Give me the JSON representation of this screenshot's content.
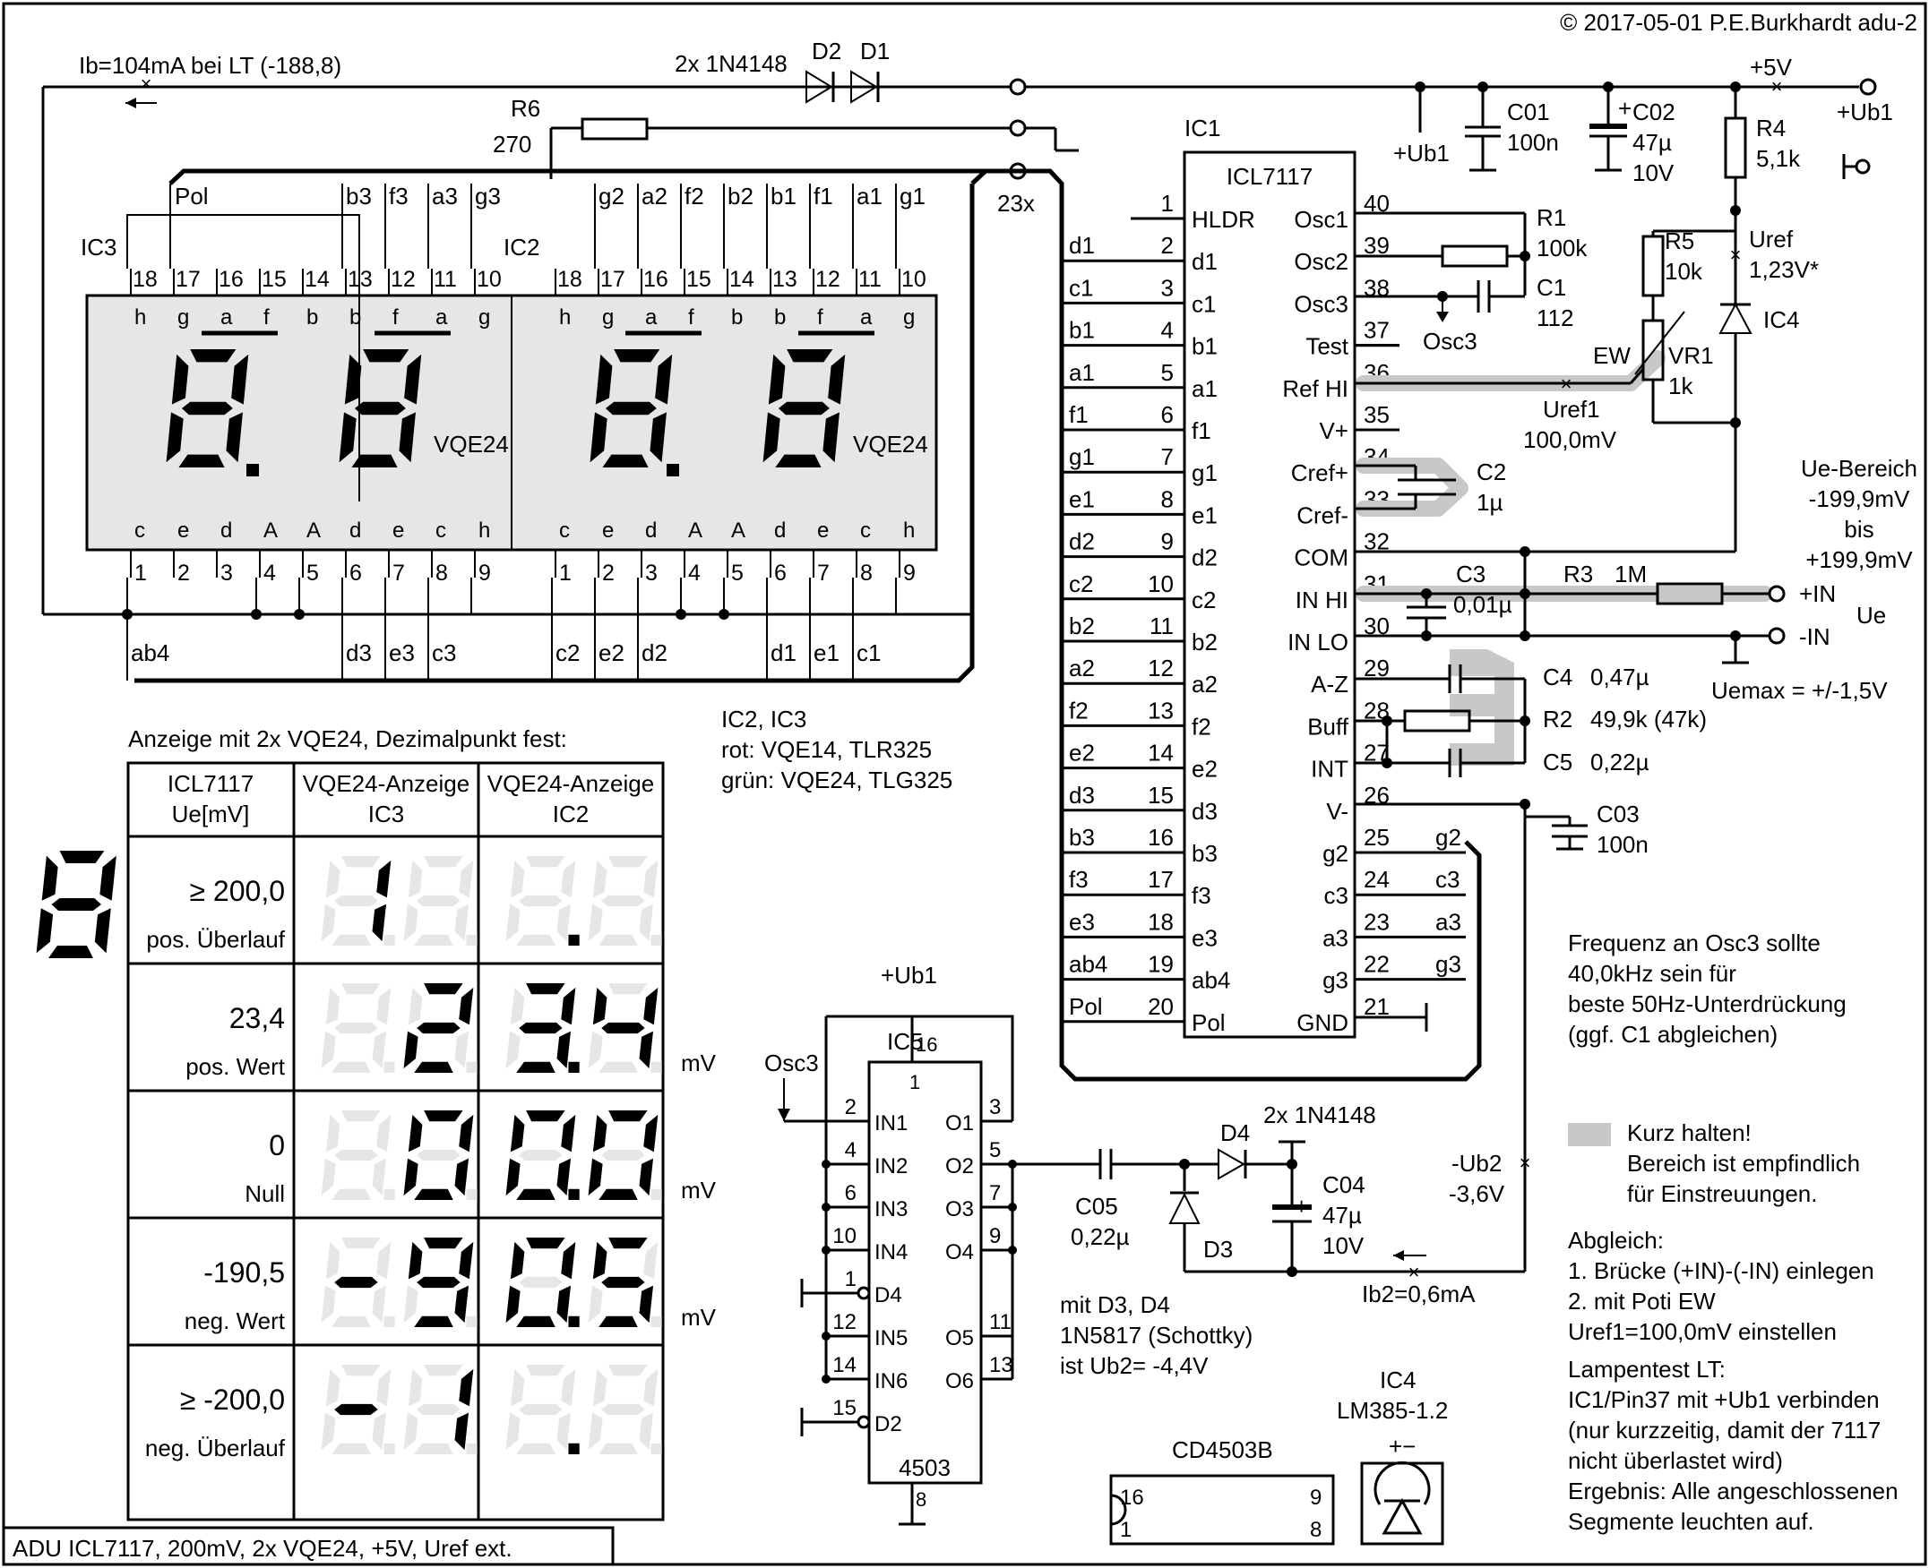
{
  "header": {
    "copyright": "© 2017-05-01 P.E.Burkhardt  adu-2",
    "footer": "ADU ICL7117, 200mV, 2x VQE24, +5V, Uref ext."
  },
  "power": {
    "ib_note": "Ib=104mA bei LT (-188,8)",
    "diodes_label": "2x 1N4148",
    "d2": "D2",
    "d1": "D1",
    "r6_name": "R6",
    "r6_value": "270",
    "bus_count": "23x",
    "plus5v": "+5V",
    "ub1_term": "+Ub1",
    "ub1_cap": "+Ub1",
    "c01": "C01",
    "c01_val": "100n",
    "c02": "C02",
    "c02_val1": "47µ",
    "c02_val2": "10V",
    "c02_pol": "+",
    "r4": "R4",
    "r4_val": "5,1k"
  },
  "ic1": {
    "name": "IC1",
    "type": "ICL7117",
    "left_pins": [
      {
        "num": "1",
        "label": "HLDR",
        "net": ""
      },
      {
        "num": "2",
        "label": "d1",
        "net": "d1"
      },
      {
        "num": "3",
        "label": "c1",
        "net": "c1"
      },
      {
        "num": "4",
        "label": "b1",
        "net": "b1"
      },
      {
        "num": "5",
        "label": "a1",
        "net": "a1"
      },
      {
        "num": "6",
        "label": "f1",
        "net": "f1"
      },
      {
        "num": "7",
        "label": "g1",
        "net": "g1"
      },
      {
        "num": "8",
        "label": "e1",
        "net": "e1"
      },
      {
        "num": "9",
        "label": "d2",
        "net": "d2"
      },
      {
        "num": "10",
        "label": "c2",
        "net": "c2"
      },
      {
        "num": "11",
        "label": "b2",
        "net": "b2"
      },
      {
        "num": "12",
        "label": "a2",
        "net": "a2"
      },
      {
        "num": "13",
        "label": "f2",
        "net": "f2"
      },
      {
        "num": "14",
        "label": "e2",
        "net": "e2"
      },
      {
        "num": "15",
        "label": "d3",
        "net": "d3"
      },
      {
        "num": "16",
        "label": "b3",
        "net": "b3"
      },
      {
        "num": "17",
        "label": "f3",
        "net": "f3"
      },
      {
        "num": "18",
        "label": "e3",
        "net": "e3"
      },
      {
        "num": "19",
        "label": "ab4",
        "net": "ab4"
      },
      {
        "num": "20",
        "label": "Pol",
        "net": "Pol"
      }
    ],
    "right_pins": [
      {
        "num": "40",
        "label": "Osc1",
        "net": ""
      },
      {
        "num": "39",
        "label": "Osc2",
        "net": ""
      },
      {
        "num": "38",
        "label": "Osc3",
        "net": ""
      },
      {
        "num": "37",
        "label": "Test",
        "net": ""
      },
      {
        "num": "36",
        "label": "Ref HI",
        "net": ""
      },
      {
        "num": "35",
        "label": "V+",
        "net": "+Ub1"
      },
      {
        "num": "34",
        "label": "Cref+",
        "net": ""
      },
      {
        "num": "33",
        "label": "Cref-",
        "net": ""
      },
      {
        "num": "32",
        "label": "COM",
        "net": ""
      },
      {
        "num": "31",
        "label": "IN HI",
        "net": ""
      },
      {
        "num": "30",
        "label": "IN LO",
        "net": ""
      },
      {
        "num": "29",
        "label": "A-Z",
        "net": ""
      },
      {
        "num": "28",
        "label": "Buff",
        "net": ""
      },
      {
        "num": "27",
        "label": "INT",
        "net": ""
      },
      {
        "num": "26",
        "label": "V-",
        "net": ""
      },
      {
        "num": "25",
        "label": "g2",
        "net": "g2"
      },
      {
        "num": "24",
        "label": "c3",
        "net": "c3"
      },
      {
        "num": "23",
        "label": "a3",
        "net": "a3"
      },
      {
        "num": "22",
        "label": "g3",
        "net": "g3"
      },
      {
        "num": "21",
        "label": "GND",
        "net": ""
      }
    ]
  },
  "components": {
    "r1": "R1",
    "r1_val": "100k",
    "c1": "C1",
    "c1_val": "112",
    "osc3": "Osc3",
    "r5": "R5",
    "r5_val": "10k",
    "uref": "Uref",
    "uref_val": "1,23V*",
    "ic4": "IC4",
    "ew": "EW",
    "vr1": "VR1",
    "vr1_val": "1k",
    "uref1": "Uref1",
    "uref1_val": "100,0mV",
    "c2": "C2",
    "c2_val": "1µ",
    "c3": "C3",
    "c3_val": "0,01µ",
    "r3": "R3",
    "r3_val": "1M",
    "in_plus": "+IN",
    "in_minus": "-IN",
    "ue": "Ue",
    "ue_range1": "Ue-Bereich",
    "ue_range2": "-199,9mV",
    "ue_range3": "bis",
    "ue_range4": "+199,9mV",
    "uemax": "Uemax = +/-1,5V",
    "c4": "C4",
    "c4_val": "0,47µ",
    "r2": "R2",
    "r2_val": "49,9k (47k)",
    "c5": "C5",
    "c5_val": "0,22µ",
    "c03": "C03",
    "c03_val": "100n"
  },
  "displays": {
    "ic3": "IC3",
    "ic2": "IC2",
    "part": "VQE24",
    "pol": "Pol",
    "top_pins": [
      "18",
      "17",
      "16",
      "15",
      "14",
      "13",
      "12",
      "11",
      "10"
    ],
    "bottom_pins": [
      "1",
      "2",
      "3",
      "4",
      "5",
      "6",
      "7",
      "8",
      "9"
    ],
    "inner_top": [
      "h",
      "g",
      "a",
      "f",
      "b",
      "b",
      "f",
      "a",
      "g"
    ],
    "inner_bottom": [
      "c",
      "e",
      "d",
      "A",
      "A",
      "d",
      "e",
      "c",
      "h"
    ],
    "ic3_top_nets": [
      "b3",
      "f3",
      "a3",
      "g3"
    ],
    "ic2_top_nets": [
      "g2",
      "a2",
      "f2",
      "b2",
      "b1",
      "f1",
      "a1",
      "g1"
    ],
    "ic3_bottom_nets": [
      "ab4",
      "d3",
      "e3",
      "c3"
    ],
    "ic2_bottom_nets": [
      "c2",
      "e2",
      "d2",
      "d1",
      "e1",
      "c1"
    ]
  },
  "table": {
    "caption": "Anzeige mit 2x VQE24, Dezimalpunkt fest:",
    "headers": [
      [
        "ICL7117",
        "Ue[mV]"
      ],
      [
        "VQE24-Anzeige",
        "IC3"
      ],
      [
        "VQE24-Anzeige",
        "IC2"
      ]
    ],
    "rows": [
      {
        "value": "≥  200,0",
        "desc": "pos. Überlauf",
        "unit": "",
        "digits": "1   "
      },
      {
        "value": "23,4",
        "desc": "pos. Wert",
        "unit": "mV",
        "digits": " 234"
      },
      {
        "value": "0",
        "desc": "Null",
        "unit": "mV",
        "digits": " 000"
      },
      {
        "value": "-190,5",
        "desc": "neg. Wert",
        "unit": "mV",
        "digits": "-905"
      },
      {
        "value": "≥  -200,0",
        "desc": "neg. Überlauf",
        "unit": "",
        "digits": "-1  "
      }
    ],
    "ic_note1": "IC2, IC3",
    "ic_note2": "rot: VQE14, TLR325",
    "ic_note3": "grün: VQE24, TLG325"
  },
  "ic5": {
    "name": "IC5",
    "type": "4503",
    "supply": "+Ub1",
    "osc3": "Osc3",
    "pin16": "16",
    "pin1": "1",
    "pin8": "8",
    "left_pins": [
      {
        "num": "2",
        "label": "IN1"
      },
      {
        "num": "4",
        "label": "IN2"
      },
      {
        "num": "6",
        "label": "IN3"
      },
      {
        "num": "10",
        "label": "IN4"
      },
      {
        "num": "1",
        "label": "D4"
      },
      {
        "num": "12",
        "label": "IN5"
      },
      {
        "num": "14",
        "label": "IN6"
      },
      {
        "num": "15",
        "label": "D2"
      }
    ],
    "right_pins": [
      {
        "num": "3",
        "label": "O1"
      },
      {
        "num": "5",
        "label": "O2"
      },
      {
        "num": "7",
        "label": "O3"
      },
      {
        "num": "9",
        "label": "O4"
      },
      {
        "num": "11",
        "label": "O5"
      },
      {
        "num": "13",
        "label": "O6"
      }
    ]
  },
  "pump": {
    "c05": "C05",
    "c05_val": "0,22µ",
    "d4": "D4",
    "d3": "D3",
    "diodes": "2x 1N4148",
    "c04": "C04",
    "c04_val1": "47µ",
    "c04_val2": "10V",
    "c04_pol": "+",
    "ub2": "-Ub2",
    "ub2_val": "-3,6V",
    "ib2": "Ib2=0,6mA",
    "schottky1": "mit D3, D4",
    "schottky2": "1N5817 (Schottky)",
    "schottky3": "ist Ub2= -4,4V"
  },
  "notes": {
    "freq": [
      "Frequenz an Osc3 sollte",
      "40,0kHz sein für",
      "beste 50Hz-Unterdrückung",
      "(ggf. C1 abgleichen)"
    ],
    "legend": [
      "Kurz halten!",
      "Bereich ist empfindlich",
      "für Einstreuungen."
    ],
    "abgleich": [
      "Abgleich:",
      "1. Brücke (+IN)-(-IN) einlegen",
      "2. mit Poti EW",
      "Uref1=100,0mV einstellen"
    ],
    "lamp": [
      "Lampentest LT:",
      "IC1/Pin37 mit +Ub1 verbinden",
      "(nur kurzzeitig, damit der 7117",
      "nicht überlastet wird)",
      "Ergebnis: Alle angeschlossenen",
      "Segmente leuchten auf."
    ]
  },
  "packages": {
    "cd4503b": "CD4503B",
    "cd_pins": [
      "16",
      "9",
      "1",
      "8"
    ],
    "ic4": "IC4",
    "lm385": "LM385-1.2",
    "lm_pol": "+−"
  }
}
